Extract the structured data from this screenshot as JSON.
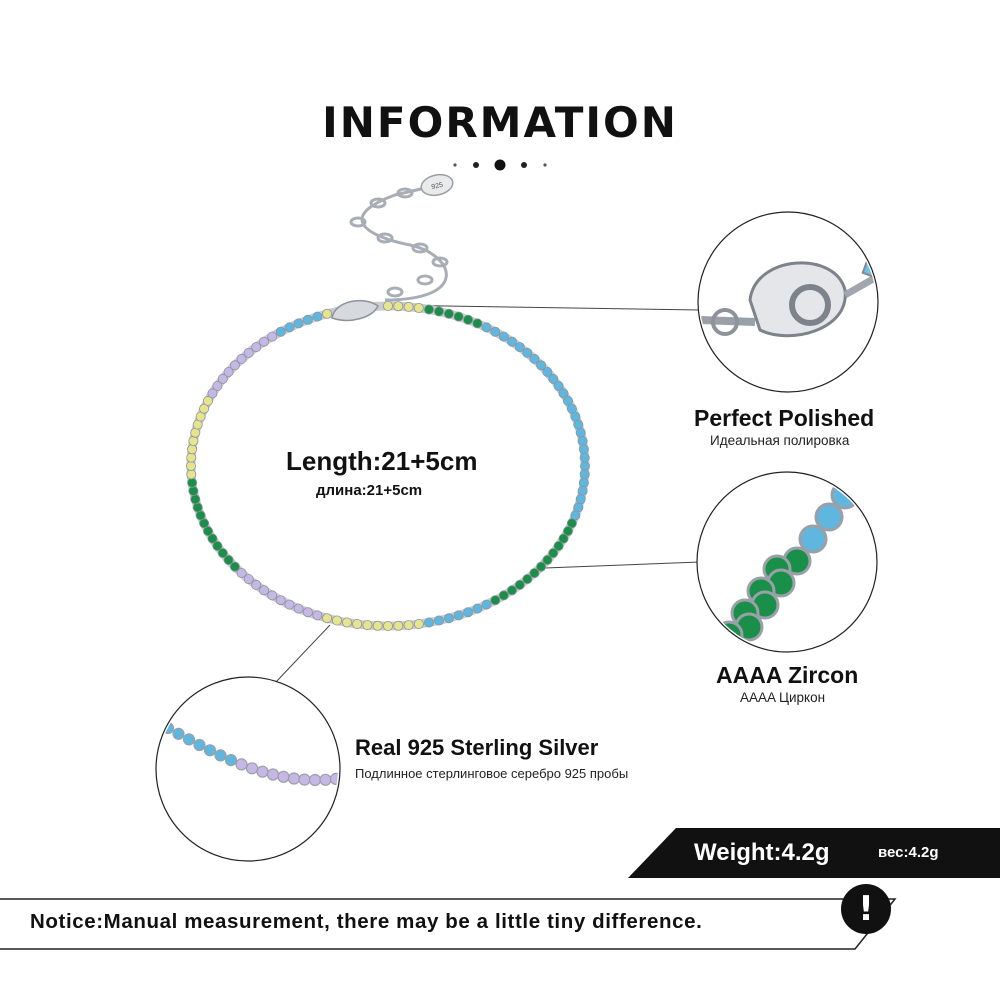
{
  "header": {
    "title": "INFORMATION"
  },
  "length": {
    "label": "Length:21+5cm",
    "label_ru": "длина:21+5cm"
  },
  "callouts": {
    "polished": {
      "title": "Perfect  Polished",
      "subtitle": "Идеальная полировка"
    },
    "zircon": {
      "title": "AAAA Zircon",
      "subtitle": "AAAA Циркон"
    },
    "silver": {
      "title": "Real 925  Sterling  Silver",
      "subtitle": "Подлинное стерлинговое серебро 925 пробы"
    }
  },
  "weight": {
    "label": "Weight:4.2g",
    "label_ru": "вес:4.2g"
  },
  "notice": {
    "text": "Notice:Manual measurement, there may be a little tiny difference.",
    "icon": "exclamation-icon",
    "icon_glyph": "!"
  },
  "product": {
    "tag_text": "925"
  },
  "colors": {
    "stone_blue": "#5fb7e0",
    "stone_green": "#1a8f4a",
    "stone_yellow": "#e6e48e",
    "stone_lavender": "#c6b8e6",
    "metal": "#b9bec4",
    "band": "#111111"
  }
}
